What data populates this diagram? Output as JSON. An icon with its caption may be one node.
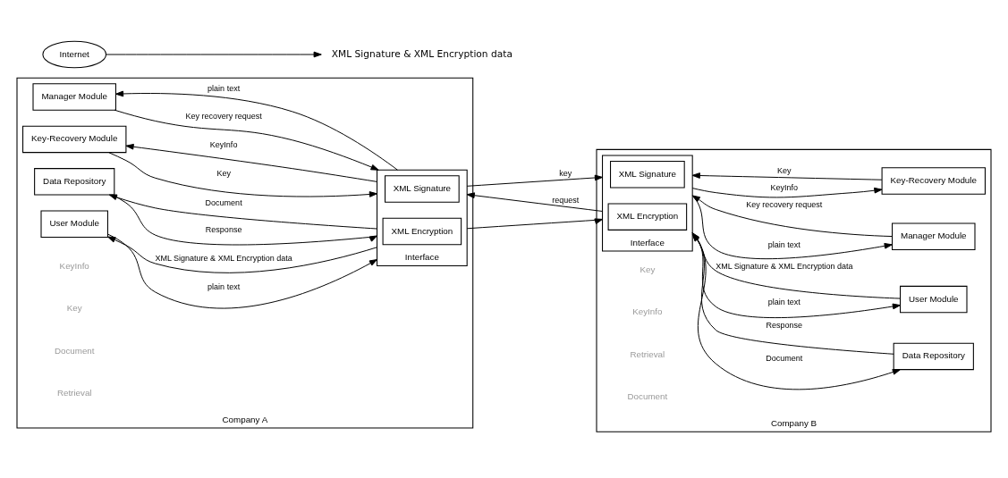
{
  "diagram": {
    "nodes": [
      {
        "text": [
          "Company A"
        ]
      },
      {
        "text": [
          "Manager Module"
        ],
        "in": 0
      },
      {
        "text": [
          "Key-Recovery Module"
        ],
        "in": 0
      },
      {
        "text": [
          "Data Repository"
        ],
        "in": 0
      },
      {
        "text": [
          "User Module"
        ],
        "in": 0
      },
      {
        "text": [
          "Interface"
        ],
        "in": 0
      },
      {
        "text": [
          "XML Signature"
        ],
        "in": 5
      },
      {
        "text": [
          "XML Encryption"
        ],
        "in": 5
      },
      {
        "text": [
          "Internet"
        ]
      },
      {
        "text": [
          "XML Signature & XML Encryption data"
        ]
      },
      {
        "text": [
          "Company B"
        ]
      },
      {
        "text": [
          "Interface"
        ],
        "in": 10
      },
      {
        "text": [
          "XML Signature"
        ],
        "in": 11
      },
      {
        "text": [
          "XML Encryption"
        ],
        "in": 11
      },
      {
        "text": [
          "Manager Module"
        ],
        "in": 10
      },
      {
        "text": [
          "Key-Recovery Module"
        ],
        "in": 10
      },
      {
        "text": [
          "Data Repository"
        ],
        "in": 10
      },
      {
        "text": [
          "User Module"
        ],
        "in": 10
      }
    ],
    "edges": [
      {
        "from": 1,
        "to": 5,
        "arrow": "to",
        "label": "Key recovery request"
      },
      {
        "from": 5,
        "to": 1,
        "arrow": "to",
        "label": "plain text"
      },
      {
        "from": 2,
        "to": 5,
        "arrow": "to",
        "label": "Key"
      },
      {
        "from": 5,
        "to": 2,
        "arrow": "to",
        "label": "KeyInfo"
      },
      {
        "from": 3,
        "to": 5,
        "arrow": "to",
        "label": "Response"
      },
      {
        "from": 5,
        "to": 3,
        "arrow": "to",
        "label": "Document"
      },
      {
        "from": 4,
        "to": 5,
        "arrow": "to",
        "label": "plain text"
      },
      {
        "from": 5,
        "to": 4,
        "arrow": "to",
        "label": "XML Signature & XML Encryption data"
      },
      {
        "from": 5,
        "to": 11,
        "arrow": "to",
        "label": "key"
      },
      {
        "from": 5,
        "to": 11,
        "arrow": "to"
      },
      {
        "from": 11,
        "to": 5,
        "arrow": "to",
        "label": "request"
      },
      {
        "from": 8,
        "to": 9,
        "arrow": "to"
      },
      {
        "from": 11,
        "to": 14,
        "arrow": "to",
        "label": "plain text"
      },
      {
        "from": 14,
        "to": 11,
        "arrow": "to",
        "label": "Key recovery request"
      },
      {
        "from": 11,
        "to": 15,
        "arrow": "to",
        "label": "KeyInfo"
      },
      {
        "from": 15,
        "to": 11,
        "arrow": "to",
        "label": "Key"
      },
      {
        "from": 11,
        "to": 16,
        "arrow": "to",
        "label": "Document"
      },
      {
        "from": 16,
        "to": 11,
        "arrow": "to",
        "label": "Response"
      },
      {
        "from": 11,
        "to": 17,
        "arrow": "to",
        "label": "plain text"
      },
      {
        "from": 17,
        "to": 11,
        "arrow": "to",
        "label": "XML Signature & XML Encryption data"
      }
    ],
    "labels": [
      "KeyInfo",
      "Key",
      "Document",
      "Retrieval",
      "Key",
      "KeyInfo",
      "Retrieval",
      "Document"
    ]
  }
}
